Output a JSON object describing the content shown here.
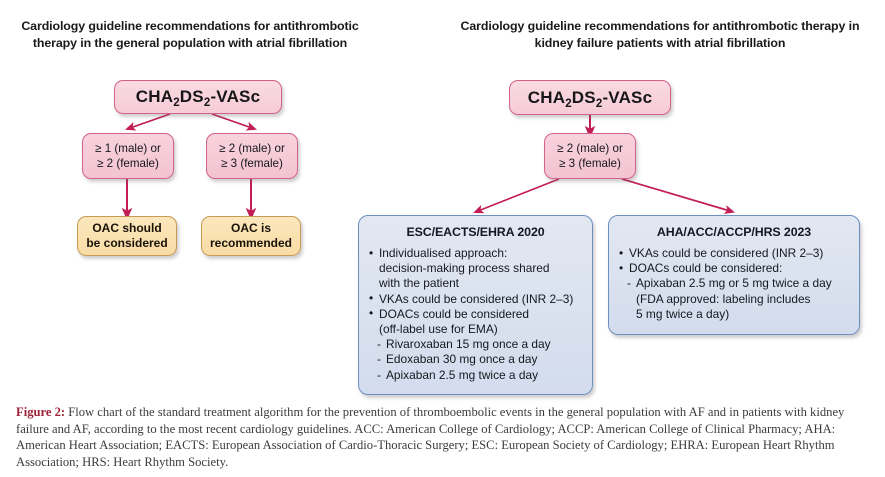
{
  "figure": {
    "columns": {
      "left_title": "Cardiology guideline recommendations for antithrombotic therapy in the general population with atrial fibrillation",
      "right_title": "Cardiology guideline recommendations for antithrombotic therapy in kidney failure patients with atrial fibrillation"
    },
    "score_box_left": {
      "prefix": "CHA",
      "sub1": "2",
      "mid": "DS",
      "sub2": "2",
      "suffix": "-VASc"
    },
    "score_box_right": {
      "prefix": "CHA",
      "sub1": "2",
      "mid": "DS",
      "sub2": "2",
      "suffix": "-VASc"
    },
    "criteria": {
      "left_low": "≥ 1 (male) or\n≥ 2 (female)",
      "left_high": "≥ 2 (male) or\n≥ 3 (female)",
      "right": "≥ 2 (male) or\n≥ 3 (female)"
    },
    "outcomes": {
      "left_low": "OAC should\nbe considered",
      "left_high": "OAC is\nrecommended"
    },
    "guideline_boxes": [
      {
        "id": "esc",
        "heading": "ESC/EACTS/EHRA 2020",
        "items": [
          {
            "type": "bullet",
            "text": "Individualised approach:\ndecision-making process shared\nwith the patient"
          },
          {
            "type": "bullet",
            "text": "VKAs could be considered (INR 2–3)"
          },
          {
            "type": "bullet",
            "text": "DOACs could be considered\n(off-label use for EMA)"
          },
          {
            "type": "dash",
            "text": "Rivaroxaban 15 mg once a day"
          },
          {
            "type": "dash",
            "text": "Edoxaban 30 mg once a day"
          },
          {
            "type": "dash",
            "text": "Apixaban 2.5 mg twice a day"
          }
        ]
      },
      {
        "id": "aha",
        "heading": "AHA/ACC/ACCP/HRS 2023",
        "items": [
          {
            "type": "bullet",
            "text": "VKAs could be considered (INR 2–3)"
          },
          {
            "type": "bullet",
            "text": "DOACs could be considered:"
          },
          {
            "type": "dash",
            "text": "Apixaban 2.5 mg or 5 mg twice a day"
          },
          {
            "type": "cont",
            "text": "(FDA approved: labeling includes\n5 mg twice a day)"
          }
        ]
      }
    ],
    "caption": {
      "label": "Figure 2:",
      "text": " Flow chart of the standard treatment algorithm for the prevention of thromboembolic events in the general population with AF and in patients with kidney failure and AF, according to the most recent cardiology guidelines. ACC: American College of Cardiology; ACCP: American College of Clinical Pharmacy; AHA: American Heart Association; EACTS: European Association of Cardio-Thoracic Surgery; ESC: European Society of Cardiology; EHRA: European Heart Rhythm Association; HRS: Heart Rhythm Society."
    },
    "colors": {
      "pink_fill": "#f7d2dc",
      "pink_border": "#d2628a",
      "orange_fill": "#fae0ae",
      "orange_border": "#c79a55",
      "blue_fill": "#dbe3ef",
      "blue_border": "#6d8fc0",
      "arrow": "#c21d56",
      "caption_label": "#9d2235"
    }
  }
}
